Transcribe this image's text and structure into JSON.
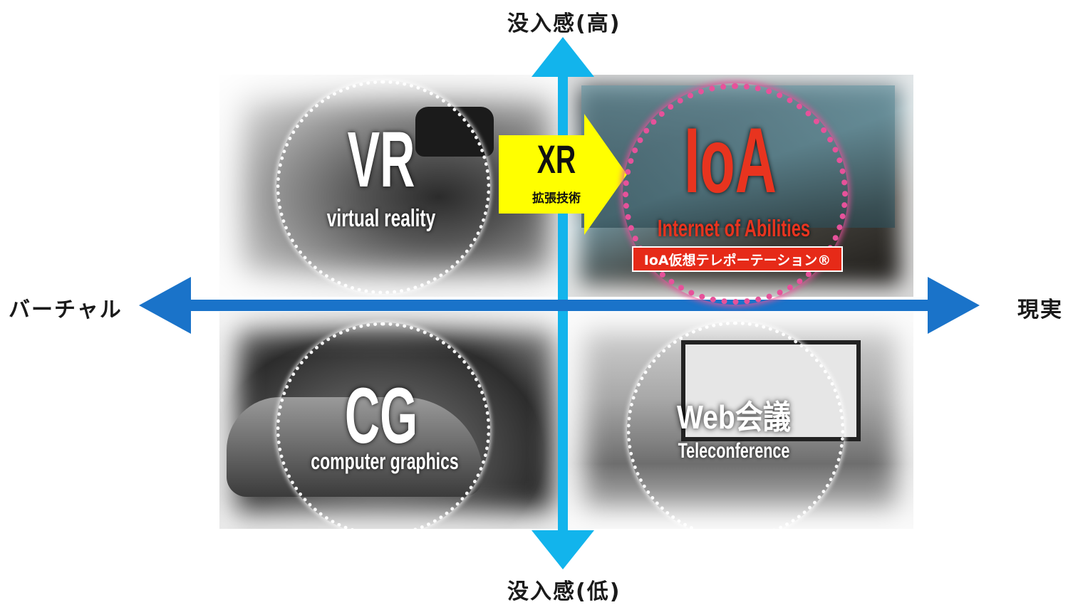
{
  "axes": {
    "top_label": "没入感(高)",
    "bottom_label": "没入感(低)",
    "left_label": "バーチャル",
    "right_label": "現実",
    "horizontal_color": "#1a73c9",
    "vertical_color": "#12b4ec"
  },
  "quadrants": {
    "vr": {
      "title": "VR",
      "subtitle": "virtual reality"
    },
    "ioa": {
      "title": "IoA",
      "subtitle": "Internet of Abilities",
      "badge": "IoA仮想テレポーテーション®",
      "accent": "#e8341f",
      "circle_color": "#e6529a"
    },
    "cg": {
      "title": "CG",
      "subtitle": "computer graphics"
    },
    "web": {
      "title": "Web会議",
      "subtitle": "Teleconference"
    }
  },
  "xr": {
    "title": "XR",
    "subtitle": "拡張技術",
    "color": "#ffff00"
  }
}
